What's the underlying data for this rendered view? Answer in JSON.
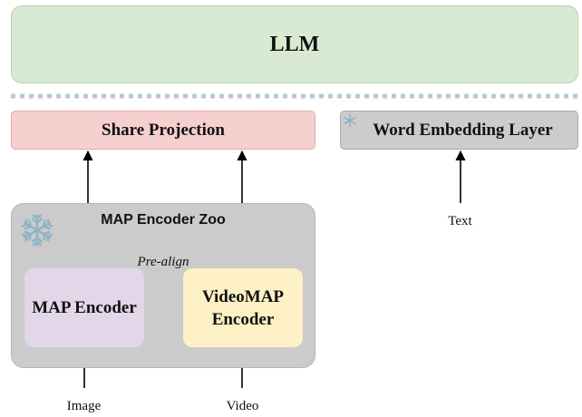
{
  "llm": {
    "label": "LLM"
  },
  "share_projection": {
    "label": "Share Projection"
  },
  "word_embedding": {
    "label": "Word Embedding Layer"
  },
  "encoder_zoo": {
    "title": "MAP Encoder Zoo"
  },
  "map_encoder": {
    "label": "MAP Encoder"
  },
  "videomap_encoder": {
    "line1": "VideoMAP",
    "line2": "Encoder"
  },
  "pre_align": {
    "label": "Pre-align"
  },
  "inputs": {
    "image": "Image",
    "video": "Video",
    "text": "Text"
  },
  "icons": [
    "snowflake-icon",
    "snowflake-icon"
  ],
  "colors": {
    "llm": "#d9ead3",
    "share_projection": "#f6cfcf",
    "word_embedding": "#cccccc",
    "encoder_zoo": "#cbcbcb",
    "map_encoder": "#e2d6e8",
    "videomap_encoder": "#fdf0c4",
    "snowflake": "#8fb3c7",
    "separator": "#b9c7d6"
  }
}
